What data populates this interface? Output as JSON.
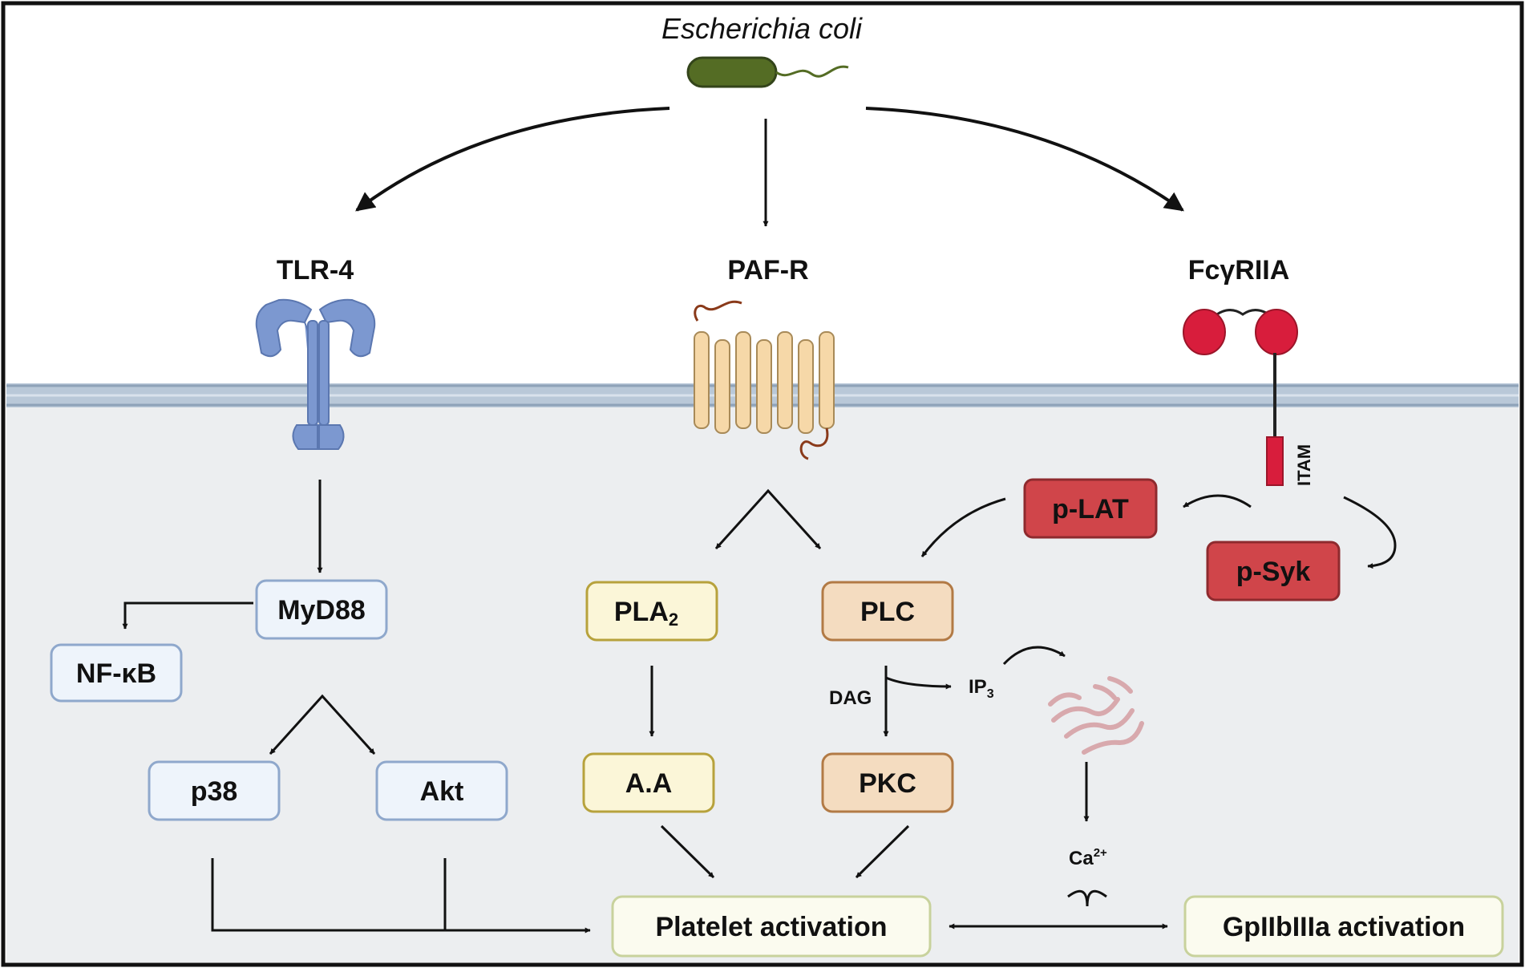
{
  "organism": "Escherichia coli",
  "receptors": {
    "tlr4": "TLR-4",
    "pafr": "PAF-R",
    "fcgr": "FcγRIIA",
    "itam": "ITAM"
  },
  "tlr_pathway": {
    "myd88": "MyD88",
    "nfkb": "NF-κB",
    "p38": "p38",
    "akt": "Akt"
  },
  "paf_pathway": {
    "pla2": "PLA",
    "pla2_sub": "2",
    "plc": "PLC",
    "aa": "A.A",
    "pkc": "PKC",
    "dag": "DAG",
    "ip3": "IP",
    "ip3_sub": "3",
    "ca": "Ca",
    "ca_sup": "2+"
  },
  "fc_pathway": {
    "plat": "p-LAT",
    "psyk": "p-Syk"
  },
  "outcomes": {
    "platelet": "Platelet activation",
    "gp": "GpIIbIIIa activation"
  },
  "colors": {
    "membrane": "#b9c8d8",
    "cytoplasm": "#eceef0",
    "tlr_fill": "#eef4fb",
    "tlr_stroke": "#8fa8cc",
    "paf_yellow_fill": "#fbf6d8",
    "paf_yellow_stroke": "#b7a23c",
    "paf_tan_fill": "#f4dcc0",
    "paf_tan_stroke": "#b27a45",
    "fc_red": "#d0454a",
    "outcome_fill": "#fbfbef",
    "outcome_stroke": "#c8d29c"
  }
}
